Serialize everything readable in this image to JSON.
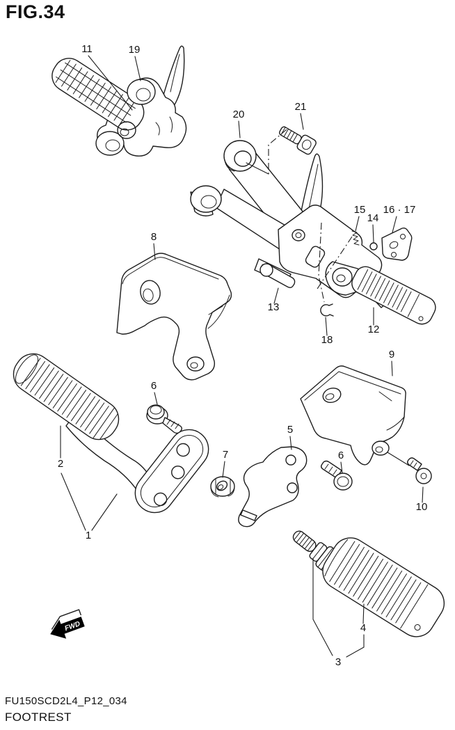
{
  "figure": {
    "title": "FIG.34",
    "part_code": "FU150SCD2L4_P12_034",
    "part_name": "FOOTREST"
  },
  "fwd_badge": {
    "label": "FWD"
  },
  "callouts": [
    {
      "id": "11",
      "text": "11"
    },
    {
      "id": "19",
      "text": "19"
    },
    {
      "id": "20",
      "text": "20"
    },
    {
      "id": "21",
      "text": "21"
    },
    {
      "id": "8",
      "text": "8"
    },
    {
      "id": "15",
      "text": "15"
    },
    {
      "id": "14",
      "text": "14"
    },
    {
      "id": "16-17",
      "text": "16 · 17"
    },
    {
      "id": "13",
      "text": "13"
    },
    {
      "id": "12",
      "text": "12"
    },
    {
      "id": "18",
      "text": "18"
    },
    {
      "id": "6-front",
      "text": "6"
    },
    {
      "id": "9",
      "text": "9"
    },
    {
      "id": "2",
      "text": "2"
    },
    {
      "id": "7",
      "text": "7"
    },
    {
      "id": "5",
      "text": "5"
    },
    {
      "id": "6-rear",
      "text": "6"
    },
    {
      "id": "10",
      "text": "10"
    },
    {
      "id": "1",
      "text": "1"
    },
    {
      "id": "4",
      "text": "4"
    },
    {
      "id": "3",
      "text": "3"
    }
  ],
  "colors": {
    "line": "#1d1d1d",
    "background": "#ffffff",
    "badge_fill": "#000000",
    "badge_text": "#ffffff"
  }
}
